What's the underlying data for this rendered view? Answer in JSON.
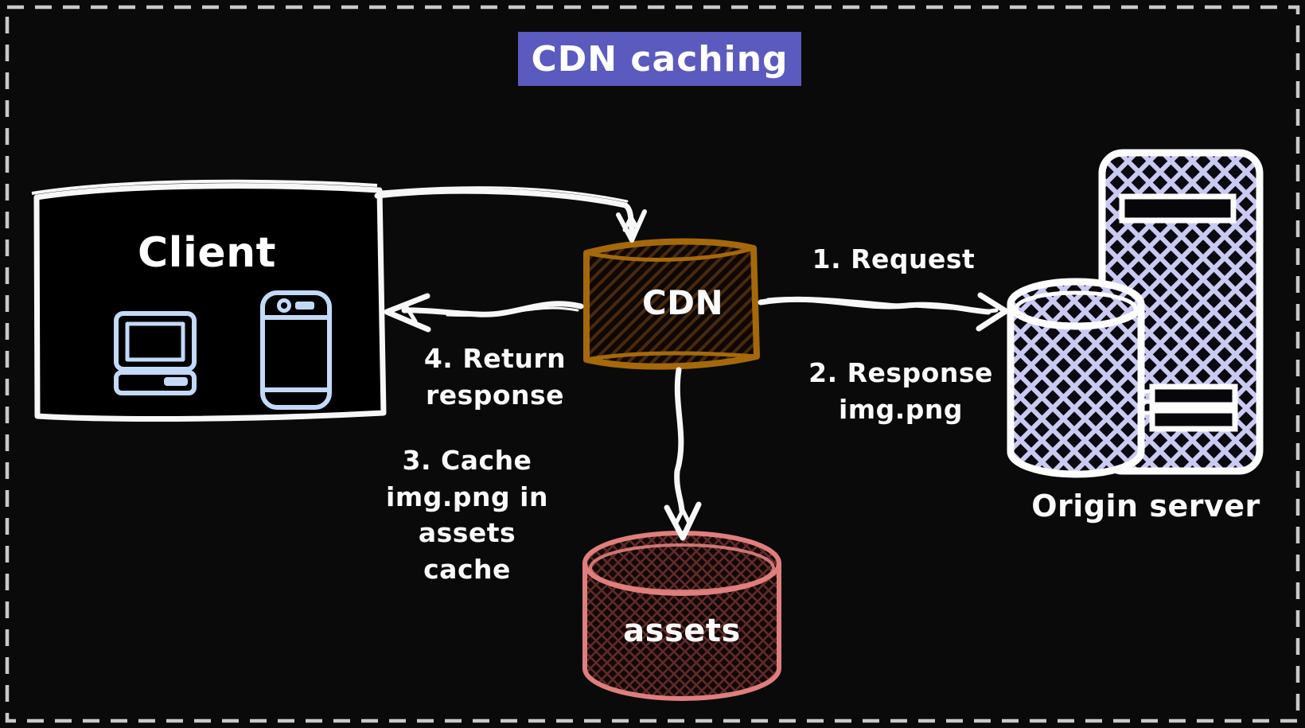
{
  "title": {
    "text": "CDN caching",
    "highlight_color": "#5b5abe",
    "text_color": "#ffffff"
  },
  "colors": {
    "canvas_bg": "#0a0a0a",
    "border_dash": "#c9c9c9",
    "white_ink": "#f7f7f7",
    "device_icon": "#c3d9f8",
    "cdn_border": "#a5690b",
    "cdn_hatch": "#46290e",
    "assets_border": "#df7f7d",
    "assets_hatch": "#5e2b28",
    "origin_hatch": "#c9c9f2",
    "origin_outline": "#fdfdfd"
  },
  "nodes": {
    "client": {
      "label": "Client"
    },
    "cdn": {
      "label": "CDN"
    },
    "assets": {
      "label": "assets"
    },
    "origin": {
      "label": "Origin server"
    }
  },
  "icons": {
    "client_devices": [
      "computer-icon",
      "smartphone-icon"
    ],
    "origin_parts": [
      "server-tower-icon",
      "database-cylinder-icon"
    ]
  },
  "steps": {
    "request": "1. Request",
    "response": "2. Response\nimg.png",
    "cache": "3. Cache\nimg.png in\nassets cache",
    "return": "4. Return\nresponse"
  }
}
